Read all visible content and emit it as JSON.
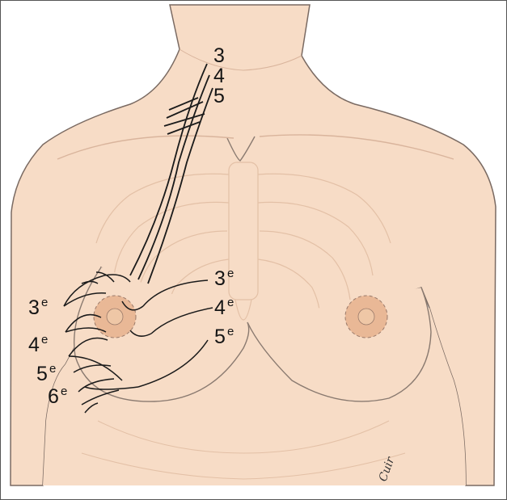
{
  "colors": {
    "skin": "#f7dcc6",
    "skin_shadow": "#efc9ae",
    "areola": "#e9b896",
    "nipple": "#efc7a6",
    "outline": "#7a6a62",
    "bone": "#e3c0a6",
    "nerve": "#1a1a1a"
  },
  "labels": {
    "cervical": [
      "3",
      "4",
      "5"
    ],
    "intercostal_right": [
      {
        "num": "3",
        "sup": "e"
      },
      {
        "num": "4",
        "sup": "e"
      },
      {
        "num": "5",
        "sup": "e"
      }
    ],
    "intercostal_left": [
      {
        "num": "3",
        "sup": "e"
      },
      {
        "num": "4",
        "sup": "e"
      },
      {
        "num": "5",
        "sup": "e"
      },
      {
        "num": "6",
        "sup": "e"
      }
    ]
  },
  "signature": "Cuir",
  "icons": [
    "anatomical-illustration"
  ]
}
